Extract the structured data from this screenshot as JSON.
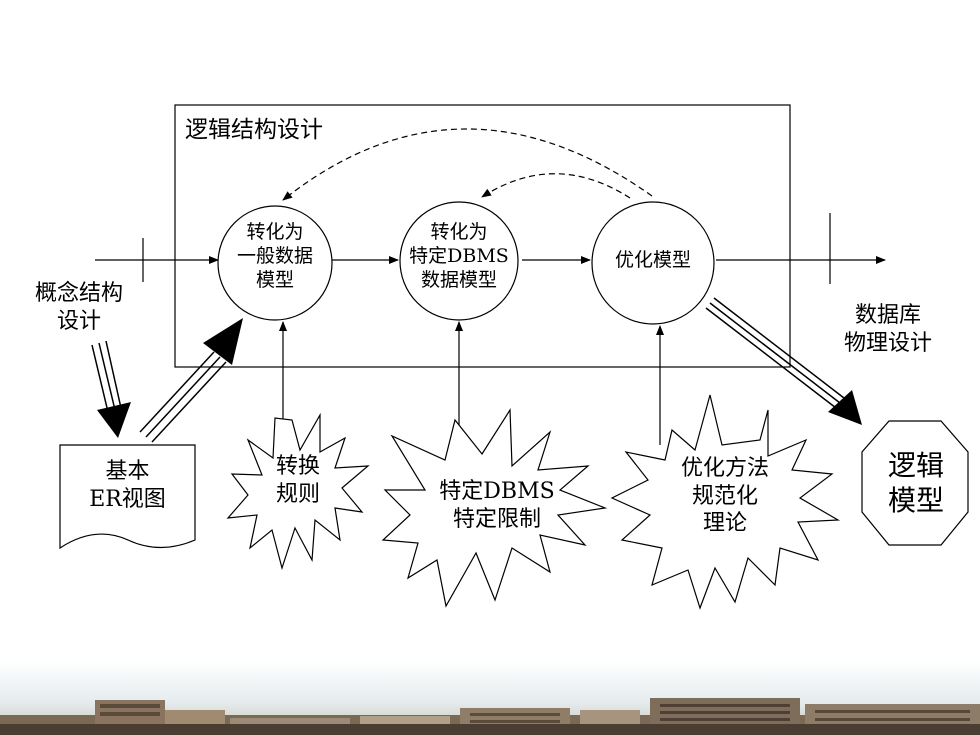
{
  "frame": {
    "title": "逻辑结构设计"
  },
  "inputs": {
    "concept_design": "概念结构\n设计",
    "er_view": "基本\nER视图"
  },
  "nodes": [
    {
      "id": "general",
      "label": "转化为\n一般数据\n模型"
    },
    {
      "id": "dbms",
      "label": "转化为\n特定DBMS\n数据模型"
    },
    {
      "id": "optimize",
      "label": "优化模型"
    }
  ],
  "constraints": [
    {
      "id": "rules",
      "label": "转换\n规则"
    },
    {
      "id": "dbms_limits",
      "label": "特定DBMS\n特定限制"
    },
    {
      "id": "theory",
      "label": "优化方法\n规范化\n理论"
    }
  ],
  "outputs": {
    "physical_design": "数据库\n物理设计",
    "logical_model": "逻辑\n模型"
  },
  "colors": {
    "line": "#000000",
    "background": "#ffffff"
  }
}
